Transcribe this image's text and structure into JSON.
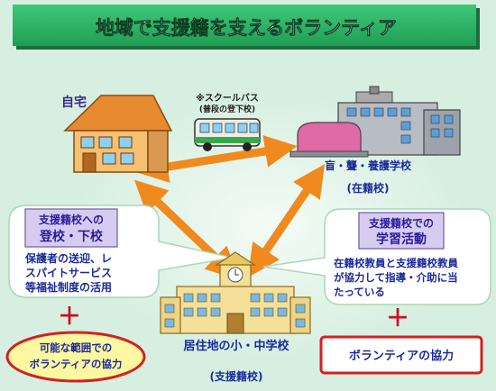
{
  "title": "地域で支援籍を支えるボランティア",
  "home": {
    "label": "自宅"
  },
  "school_bus": {
    "note": "※スクールバス",
    "sub": "(普段の登下校)"
  },
  "special_school": {
    "name": "盲・聾・養護学校",
    "sub": "(在籍校)"
  },
  "local_school": {
    "name": "居住地の小・中学校",
    "sub": "(支援籍校)"
  },
  "left_callout": {
    "heading_line1": "支援籍校への",
    "heading_line2": "登校・下校",
    "body": [
      "保護者の送迎、レ",
      "スパイトサービス",
      "等福祉制度の活用"
    ]
  },
  "right_callout": {
    "heading_line1": "支援籍校での",
    "heading_line2": "学習活動",
    "body": [
      "在籍校教員と支援籍校教員",
      "が協力して指導・介助に当",
      "たっている"
    ]
  },
  "plus_sign": "＋",
  "left_volunteer": [
    "可能な範囲での",
    "ボランティアの協力"
  ],
  "right_volunteer": "ボランティアの協力",
  "colors": {
    "background": "#d6efe0",
    "title_bg": "#2fb86b",
    "arrow": "#f08a1e",
    "plus": "#cc1020",
    "heading_bg": "#d6ccf0",
    "heading_text": "#2a1aa0",
    "body_text": "#1a2a9a",
    "volunteer_text": "#1a2a9a",
    "oval_border": "#d42020",
    "oval_fill": "#fff8a0"
  }
}
